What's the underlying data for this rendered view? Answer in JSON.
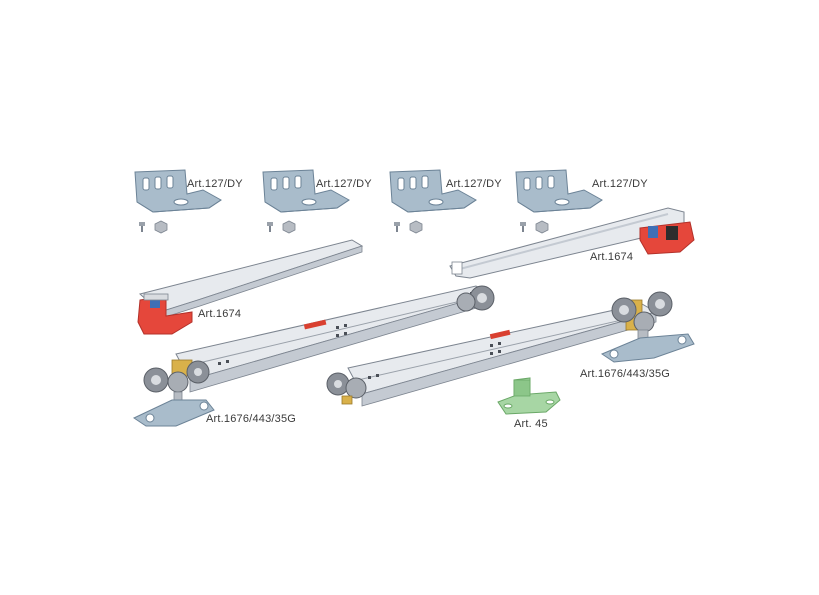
{
  "labels": {
    "bracket_1": "Art.127/DY",
    "bracket_2": "Art.127/DY",
    "bracket_3": "Art.127/DY",
    "bracket_4": "Art.127/DY",
    "rail_left": "Art.1674",
    "rail_right": "Art.1674",
    "track_left": "Art.1676/443/35G",
    "track_right": "Art.1676/443/35G",
    "guide": "Art. 45"
  },
  "colors": {
    "bracket_fill": "#a9bccb",
    "bracket_dark": "#6c8397",
    "stopper_red": "#e5473b",
    "stopper_shadow": "#b3312a",
    "track_light": "#e7eaee",
    "track_mid": "#c4cad2",
    "track_dark": "#7d8590",
    "wheel": "#8b9098",
    "wheel_hub": "#d9dce0",
    "brass": "#d9b14a",
    "guide_green": "#a7d6a4",
    "guide_green_dark": "#6aa867",
    "accent_red": "#d94030"
  }
}
